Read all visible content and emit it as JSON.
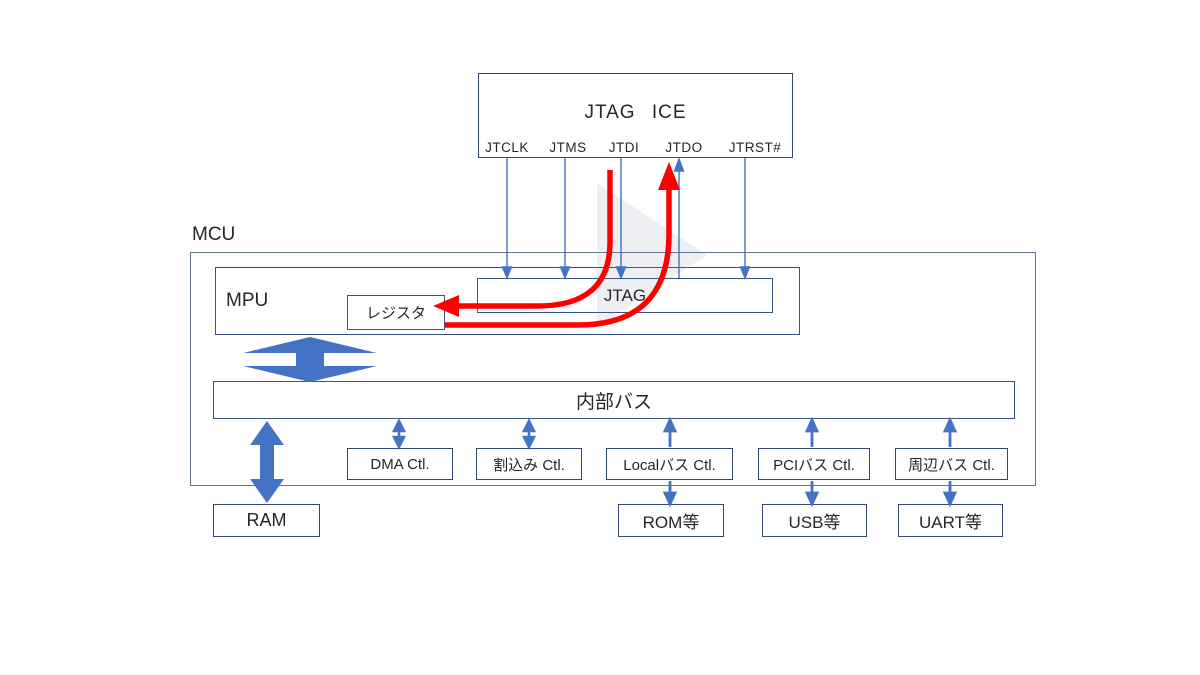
{
  "diagram": {
    "jtag_ice": {
      "title": "JTAG ICE",
      "signals": [
        "JTCLK",
        "JTMS",
        "JTDI",
        "JTDO",
        "JTRST#"
      ]
    },
    "mcu": {
      "label": "MCU"
    },
    "mpu": {
      "label": "MPU"
    },
    "jtag_block": {
      "label": "JTAG"
    },
    "register": {
      "label": "レジスタ"
    },
    "internal_bus": {
      "label": "内部バス"
    },
    "controllers": [
      {
        "label": "DMA Ctl."
      },
      {
        "label": "割込み Ctl."
      },
      {
        "label": "Localバス Ctl."
      },
      {
        "label": "PCIバス Ctl."
      },
      {
        "label": "周辺バス Ctl."
      }
    ],
    "peripherals": {
      "ram": "RAM",
      "rom": "ROM等",
      "usb": "USB等",
      "uart": "UART等"
    },
    "colors": {
      "accent_blue": "#4472C4",
      "arrow_red": "#FE0000",
      "inner_border": "#3A5380",
      "outer_border": "#64748C",
      "text": "#262626"
    }
  }
}
